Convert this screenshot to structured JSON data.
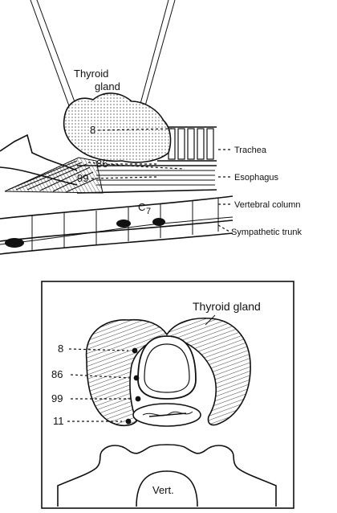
{
  "lateral_view": {
    "labels": {
      "thyroid_gland_line1": "Thyroid",
      "thyroid_gland_line2": "gland",
      "trachea": "Trachea",
      "esophagus": "Esophagus",
      "vertebral_column": "Vertebral column",
      "sympathetic_trunk": "Sympathetic trunk",
      "vertebra": "C",
      "vertebra_subscript": "7"
    },
    "markers": [
      "8",
      "86",
      "99"
    ]
  },
  "cross_section": {
    "labels": {
      "thyroid_gland": "Thyroid gland",
      "vertebra": "Vert."
    },
    "markers": [
      "8",
      "86",
      "99",
      "11"
    ]
  },
  "colors": {
    "ink": "#111111",
    "background": "#ffffff"
  }
}
